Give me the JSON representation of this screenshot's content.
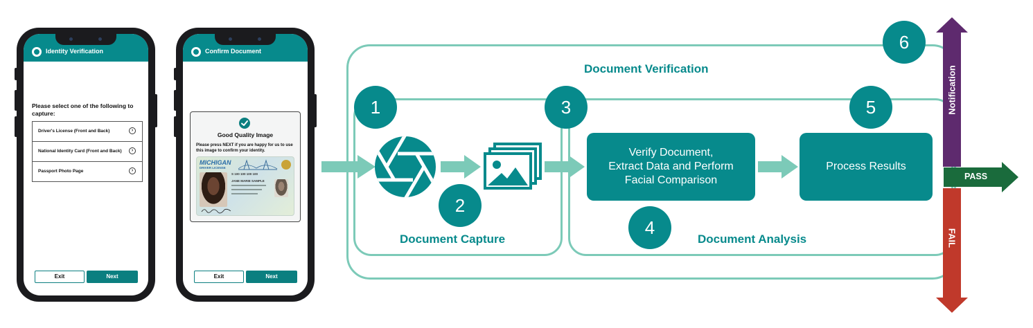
{
  "phone1": {
    "header_title": "Identity Verification",
    "prompt": "Please select one of the following to capture:",
    "options": [
      {
        "label": "Driver's License (Front and Back)"
      },
      {
        "label": "National Identity Card (Front and Back)"
      },
      {
        "label": "Passport Photo Page"
      }
    ],
    "exit_label": "Exit",
    "next_label": "Next"
  },
  "phone2": {
    "header_title": "Confirm Document",
    "card_title": "Good Quality Image",
    "card_body": "Please press NEXT if you are happy for us to use this image to confirm your identity.",
    "license": {
      "state": "MICHIGAN",
      "type": "DRIVER LICENSE",
      "number_line": "S 100 100 100 100",
      "name_line": "JANE MARIE SAMPLE"
    },
    "exit_label": "Exit",
    "next_label": "Next"
  },
  "diagram": {
    "outer_label": "Document Verification",
    "capture_label": "Document Capture",
    "analysis_label": "Document Analysis",
    "verify_text_1": "Verify Document,",
    "verify_text_2": "Extract Data and Perform",
    "verify_text_3": "Facial Comparison",
    "process_text": "Process Results",
    "steps": [
      "1",
      "2",
      "3",
      "4",
      "5",
      "6"
    ],
    "notification_label": "Notification",
    "pass_label": "PASS",
    "fail_label": "FAIL",
    "colors": {
      "teal": "#078a8c",
      "light_teal": "#7ccab8",
      "purple": "#5e2a6e",
      "green": "#1a6b3c",
      "red": "#c0392b"
    }
  }
}
